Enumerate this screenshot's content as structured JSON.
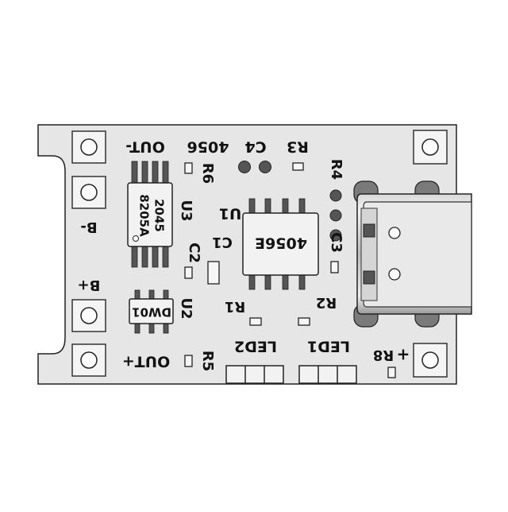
{
  "board": {
    "labels": {
      "out_minus": "OUT-",
      "ic_4056": "4056",
      "c4": "C4",
      "r3": "R3",
      "r6": "R6",
      "r4": "R4",
      "u3": "U3",
      "u1": "U1",
      "b_minus": "B-",
      "chip_8205": "8205A",
      "chip_2045": "2045",
      "c1": "C1",
      "c2": "C2",
      "chip_4056e": "4056E",
      "c3": "C3",
      "b_plus": "B+",
      "dw01": "DW01",
      "u2": "U2",
      "r1": "R1",
      "r2": "R2",
      "led2": "LED2",
      "led1": "LED1",
      "r5": "R5",
      "out_plus": "OUT+",
      "r8": "R8",
      "plus": "+"
    }
  }
}
